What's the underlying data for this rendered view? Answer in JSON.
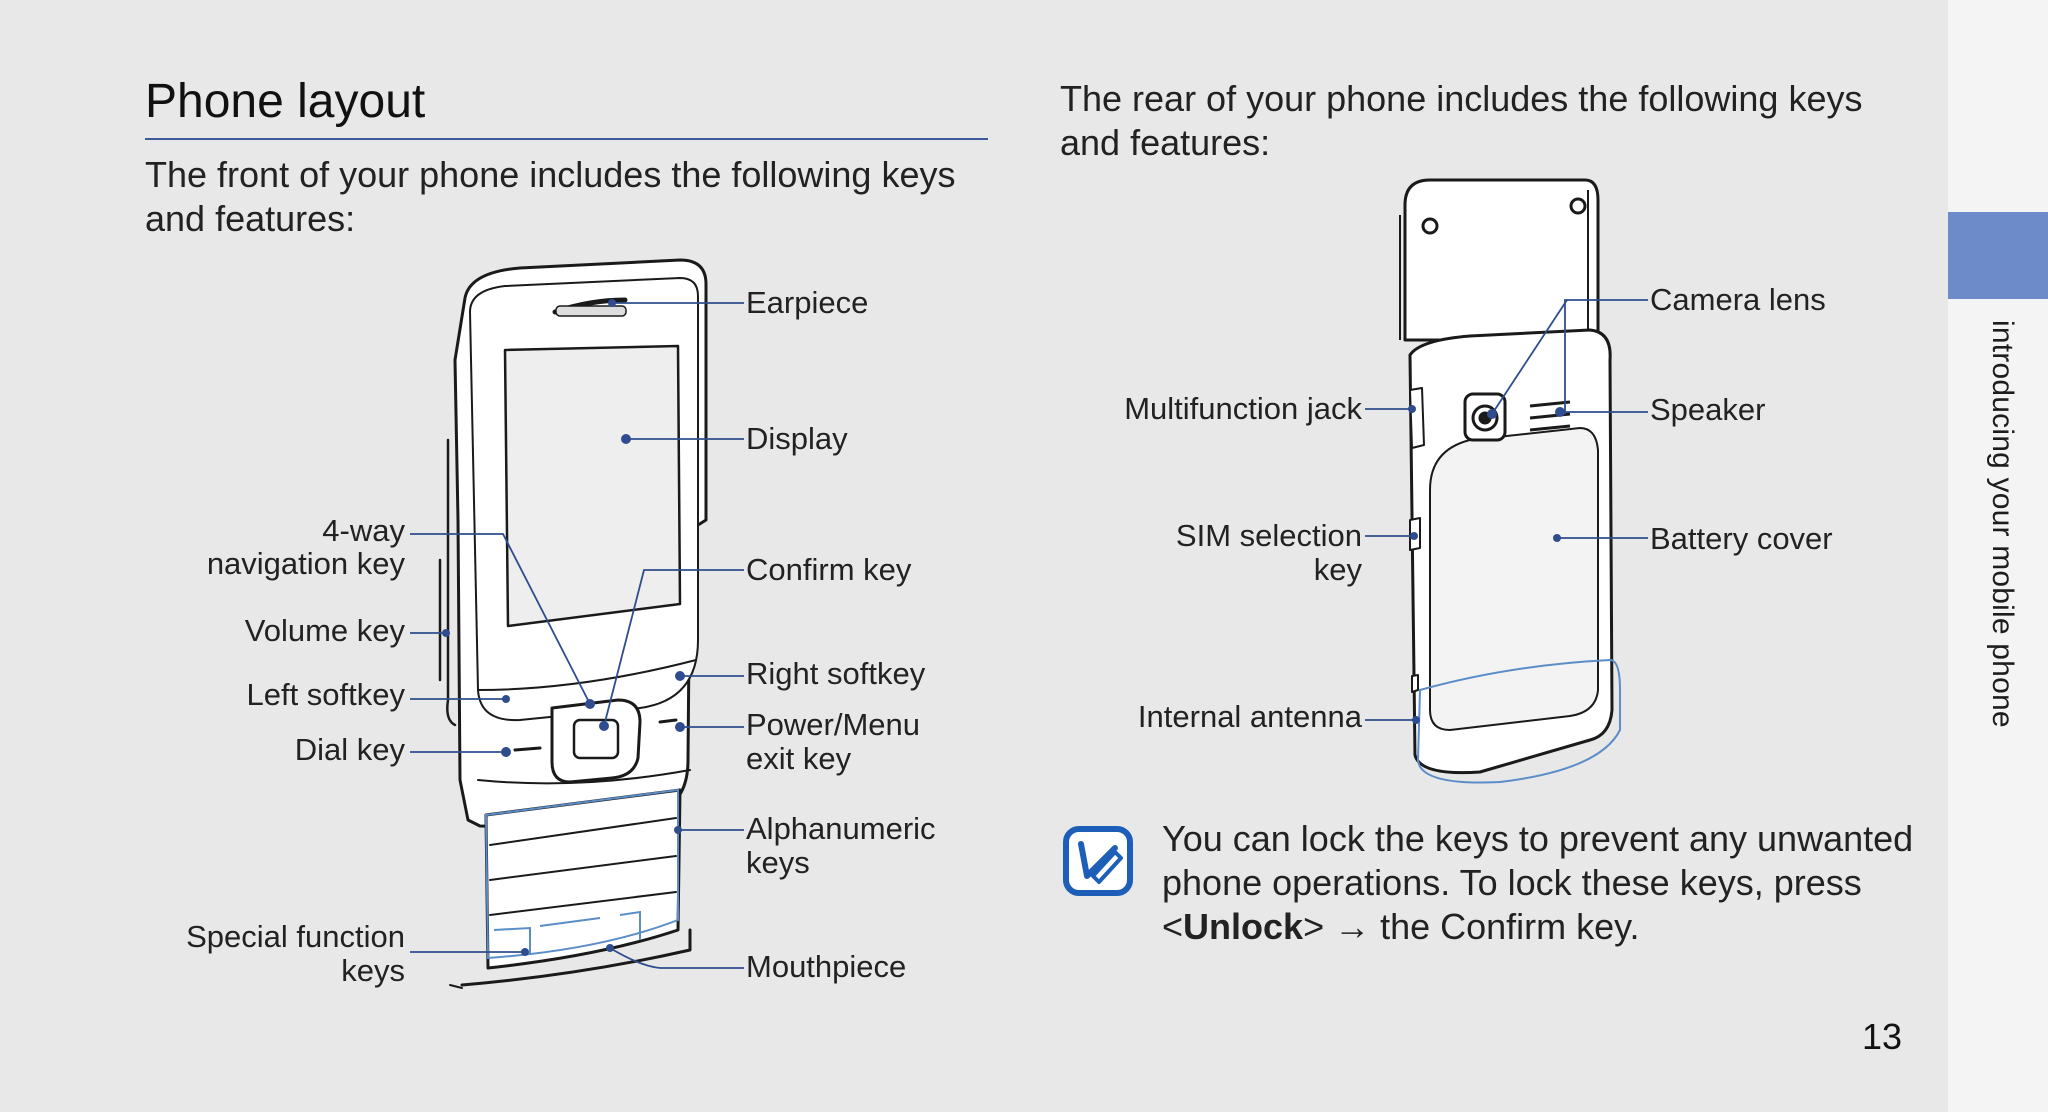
{
  "section_tab": "introducing your mobile phone",
  "title": "Phone layout",
  "front_intro": "The front of your phone includes the following keys and features:",
  "rear_intro": "The rear of your phone includes the following keys and features:",
  "front_labels": {
    "earpiece": "Earpiece",
    "display": "Display",
    "nav_key_1": "4-way",
    "nav_key_2": "navigation key",
    "confirm_key": "Confirm key",
    "volume_key": "Volume key",
    "left_softkey": "Left softkey",
    "right_softkey": "Right softkey",
    "dial_key": "Dial key",
    "power_1": "Power/Menu",
    "power_2": "exit key",
    "alpha_1": "Alphanumeric",
    "alpha_2": "keys",
    "special_1": "Special function",
    "special_2": "keys",
    "mouthpiece": "Mouthpiece"
  },
  "rear_labels": {
    "camera_lens": "Camera lens",
    "multifunction_jack": "Multifunction jack",
    "speaker": "Speaker",
    "sim_1": "SIM selection",
    "sim_2": "key",
    "battery_cover": "Battery cover",
    "internal_antenna": "Internal antenna"
  },
  "note": {
    "before": "You can lock the keys to prevent any unwanted phone operations. To lock these keys, press <",
    "key": "Unlock",
    "after": "> → the Confirm key."
  },
  "page_number": "13",
  "colors": {
    "accent": "#3d5a9c",
    "tab": "#6d8bc8",
    "note_icon": "#1d5fb8"
  }
}
